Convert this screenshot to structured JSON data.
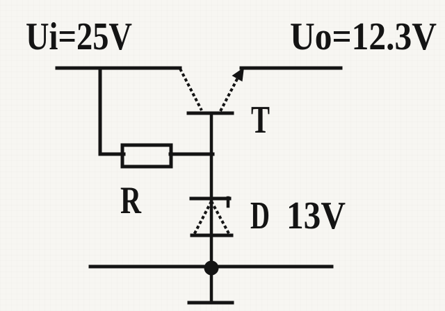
{
  "labels": {
    "input_voltage": "Ui=25V",
    "output_voltage": "Uo=12.3V",
    "transistor": "T",
    "resistor": "R",
    "diode_name": "D",
    "diode_voltage": "13V"
  },
  "colors": {
    "line": "#141414",
    "text": "#141414",
    "background": "#f7f6f2"
  }
}
